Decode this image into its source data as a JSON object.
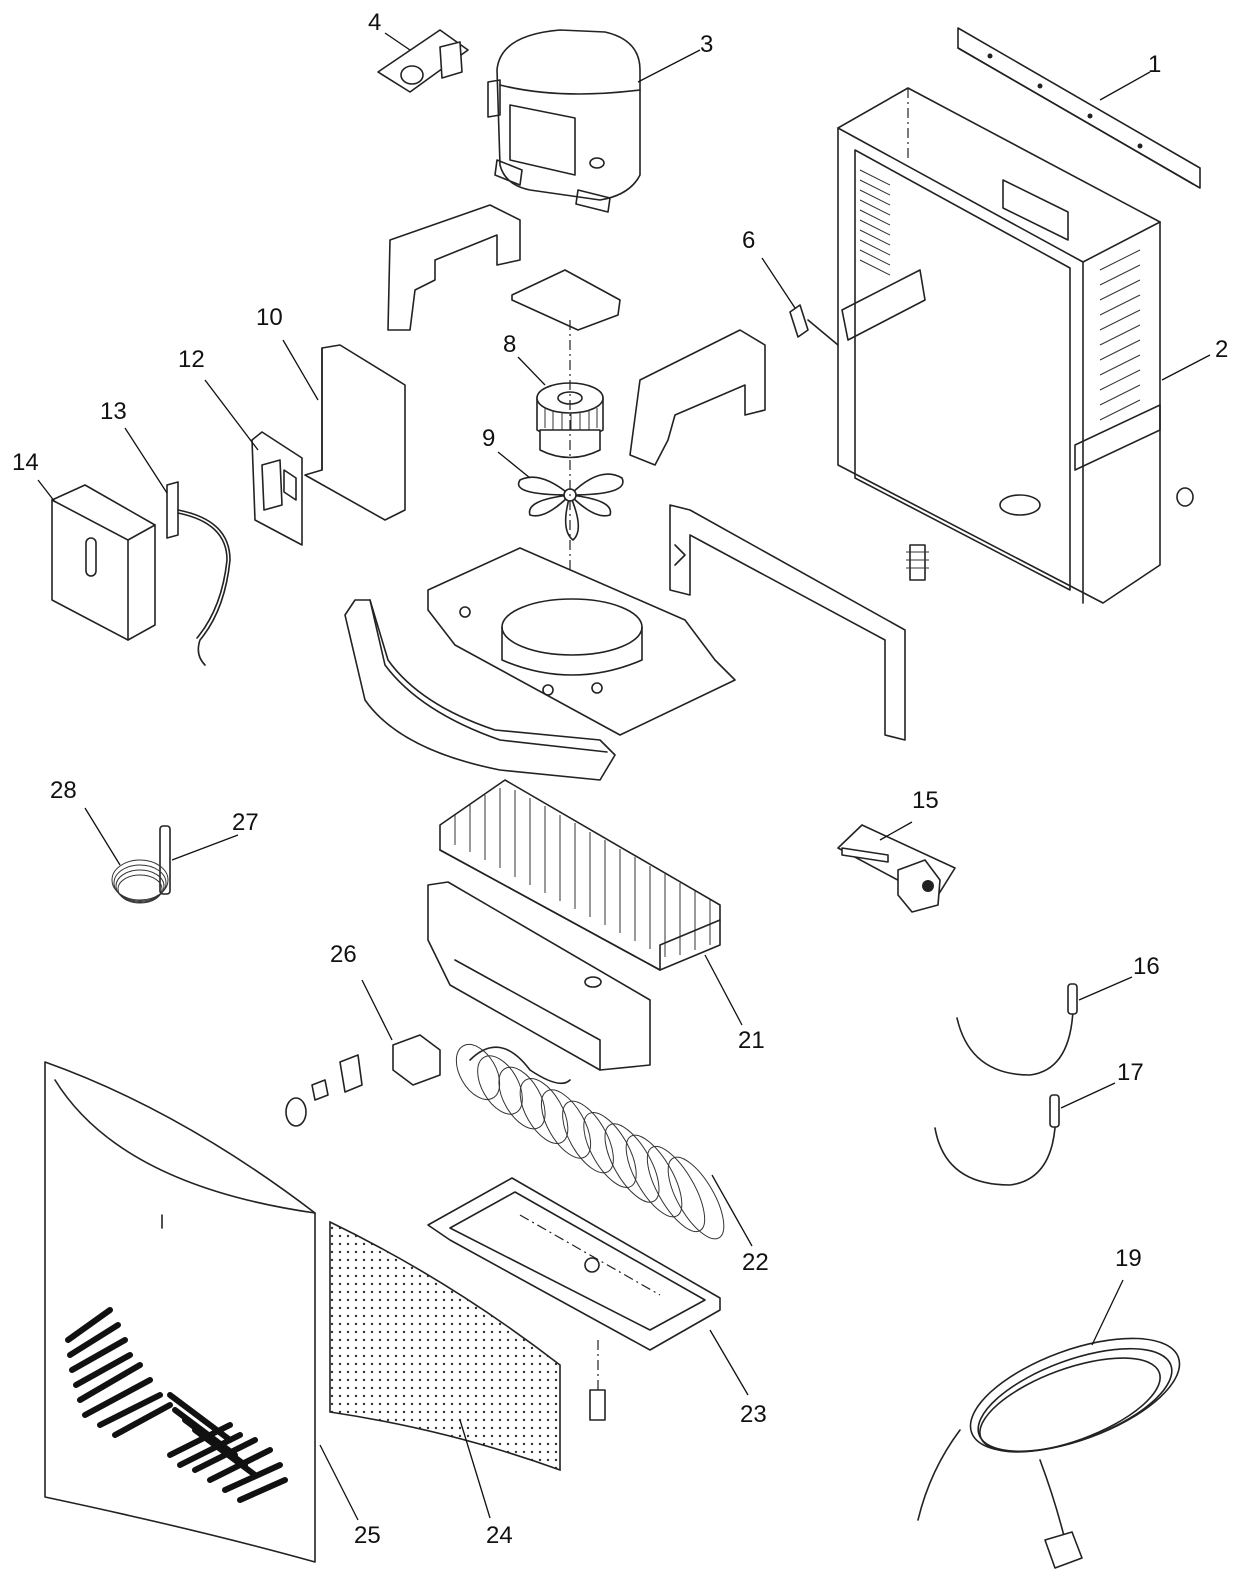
{
  "callouts": {
    "c1": "1",
    "c2": "2",
    "c3": "3",
    "c4": "4",
    "c6": "6",
    "c8": "8",
    "c9": "9",
    "c10": "10",
    "c12": "12",
    "c13": "13",
    "c14": "14",
    "c15": "15",
    "c16": "16",
    "c17": "17",
    "c19": "19",
    "c21": "21",
    "c22": "22",
    "c23": "23",
    "c24": "24",
    "c25": "25",
    "c26": "26",
    "c27": "27",
    "c28": "28"
  }
}
